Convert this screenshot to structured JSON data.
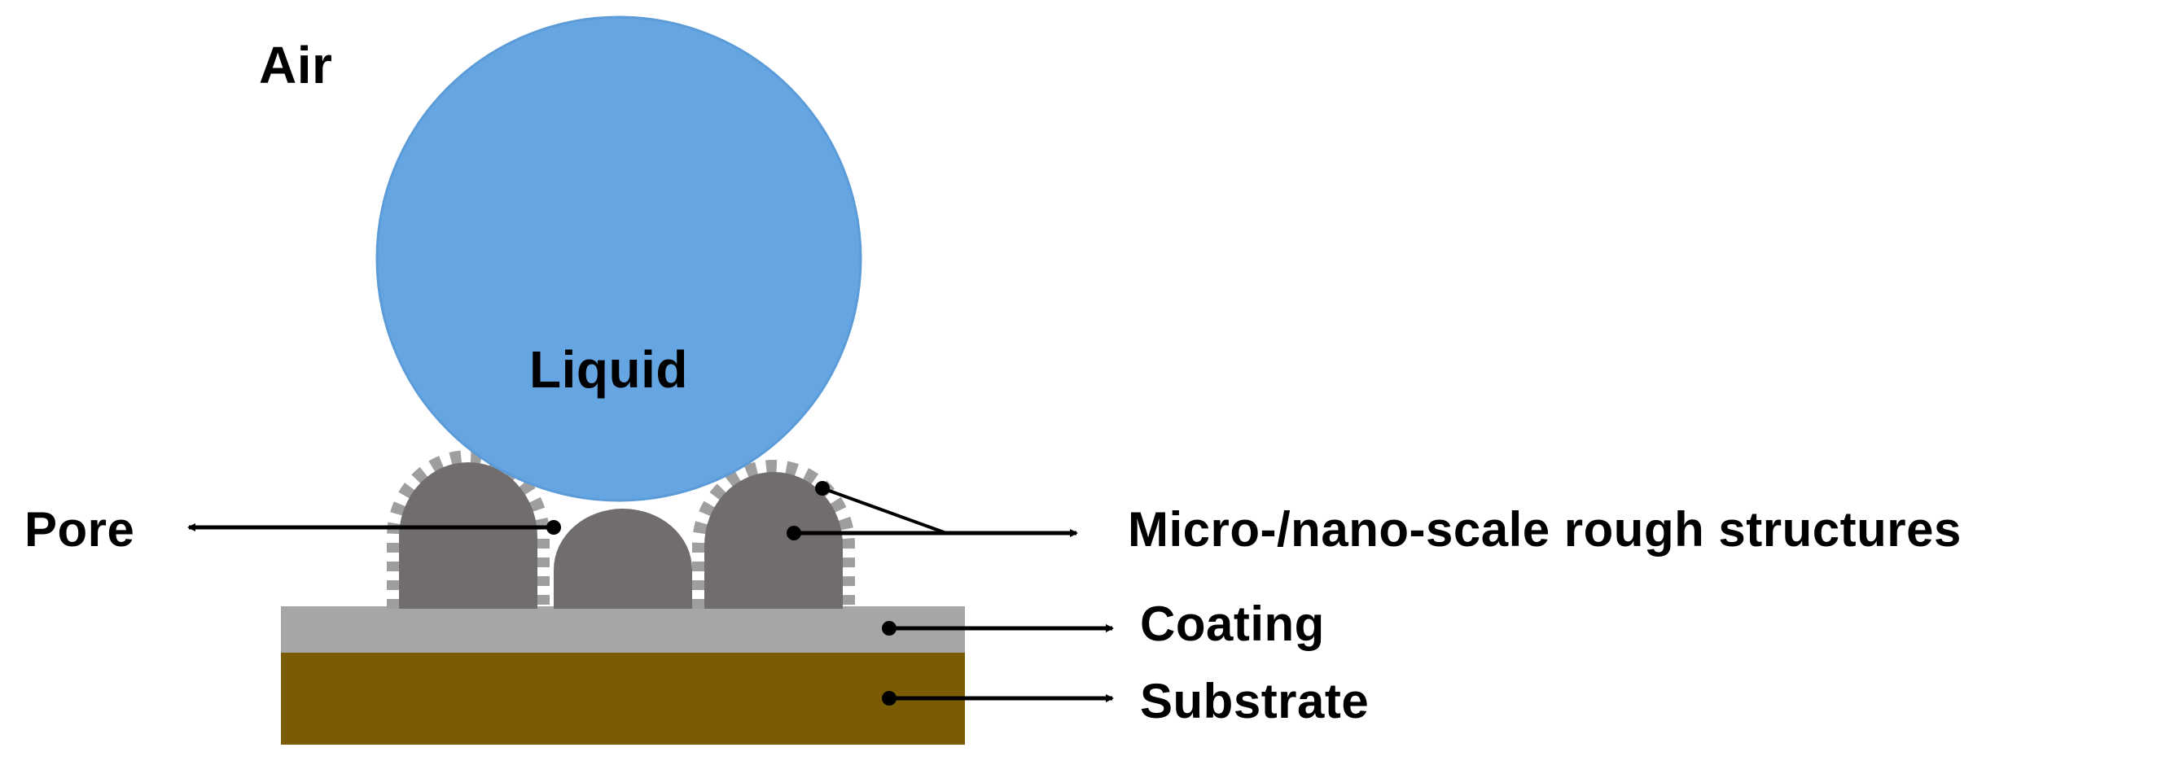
{
  "labels": {
    "air": "Air",
    "liquid": "Liquid",
    "pore": "Pore",
    "rough": "Micro-/nano-scale rough structures",
    "coating": "Coating",
    "substrate": "Substrate"
  },
  "colors": {
    "droplet": "#65a6e2",
    "droplet_edge": "#5a9bd8",
    "bump": "#716d6d",
    "texture": "#9e9e9e",
    "coating": "#a6a6a6",
    "substrate": "#7b5c05",
    "ink": "#000000"
  }
}
